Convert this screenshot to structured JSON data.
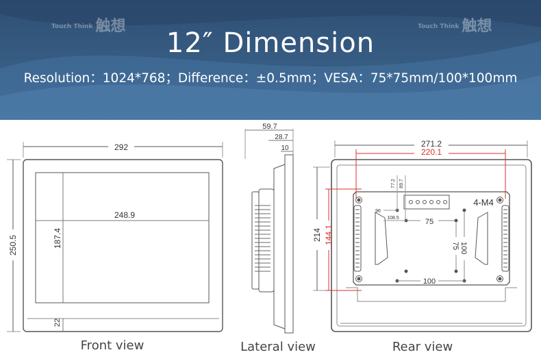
{
  "header": {
    "title": "12″ Dimension",
    "subtitle": "Resolution：1024*768；Difference：±0.5mm；VESA：75*75mm/100*100mm",
    "watermark_small": "Touch Think",
    "watermark_cn": "触想"
  },
  "front": {
    "label": "Front view",
    "width": "292",
    "height": "250.5",
    "screen_width": "248.9",
    "screen_height": "187.4",
    "bottom_bezel": "22"
  },
  "lateral": {
    "label": "Lateral view",
    "depth_total": "59.7",
    "depth_body": "28.7",
    "depth_front": "10"
  },
  "rear": {
    "label": "Rear view",
    "width": "271.2",
    "width_inner": "220.1",
    "height": "214",
    "height_inner": "144.1",
    "screw": "4-M4",
    "vesa_h": "75",
    "vesa_v": "75",
    "vesa_h_large": "100",
    "vesa_v_large": "100",
    "d96": "96",
    "d108": "108.5",
    "d77": "77.2",
    "d89": "89.7"
  },
  "colors": {
    "banner": "#3a5f86",
    "line": "#555555",
    "accent": "#d9302a"
  }
}
